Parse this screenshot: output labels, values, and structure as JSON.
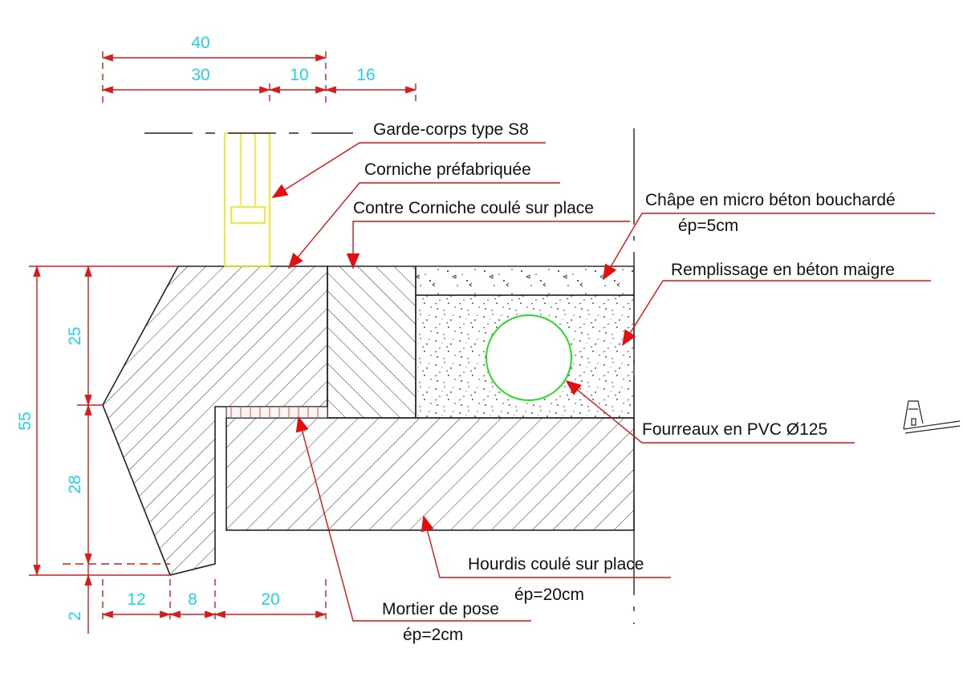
{
  "colors": {
    "dimension_text": "#22d3e6",
    "dimension_line": "#d81b1b",
    "leader_arrow": "#e01010",
    "guardrail": "#e8e800",
    "pvc_duct": "#22dd22",
    "outline": "#222222"
  },
  "labels": {
    "garde_corps": "Garde-corps type S8",
    "corniche": "Corniche préfabriquée",
    "contre_corniche": "Contre Corniche coulé sur place",
    "chape_line1": "Châpe en micro béton bouchardé",
    "chape_line2": "ép=5cm",
    "remplissage": "Remplissage en béton maigre",
    "fourreaux": "Fourreaux en PVC Ø125",
    "hourdis_line1": "Hourdis coulé sur place",
    "hourdis_line2": "ép=20cm",
    "mortier_line1": "Mortier de pose",
    "mortier_line2": "ép=2cm"
  },
  "dimensions": {
    "top_total": "40",
    "top_a": "30",
    "top_b": "10",
    "top_c": "16",
    "left_total": "55",
    "left_upper": "25",
    "left_lower": "28",
    "left_mortar": "2",
    "bottom_a": "12",
    "bottom_b": "8",
    "bottom_c": "20"
  }
}
